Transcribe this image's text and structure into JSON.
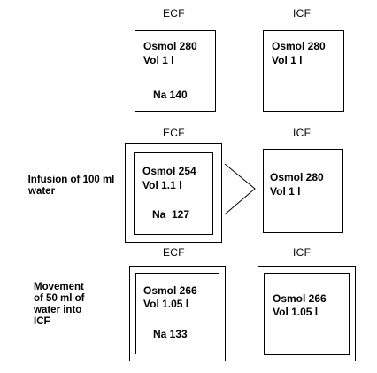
{
  "row1": {
    "ecf": {
      "header": "ECF",
      "osmol": "Osmol 280",
      "vol": "Vol 1 l",
      "na": "Na 140"
    },
    "icf": {
      "header": "ICF",
      "osmol": "Osmol 280",
      "vol": "Vol 1 l"
    }
  },
  "row2": {
    "label_line1": "Infusion of 100 ml",
    "label_line2": "water",
    "ecf": {
      "header": "ECF",
      "osmol": "Osmol 254",
      "vol": "Vol 1.1 l",
      "na": "Na  127"
    },
    "icf": {
      "header": "ICF",
      "osmol": "Osmol 280",
      "vol": "Vol 1 l"
    }
  },
  "row3": {
    "label_line1": "Movement",
    "label_line2": "of 50 ml of",
    "label_line3": "water into",
    "label_line4": "ICF",
    "ecf": {
      "header": "ECF",
      "osmol": "Osmol 266",
      "vol": "Vol 1.05 l",
      "na": "Na 133"
    },
    "icf": {
      "header": "ICF",
      "osmol": "Osmol 266",
      "vol": "Vol 1.05 l"
    }
  }
}
